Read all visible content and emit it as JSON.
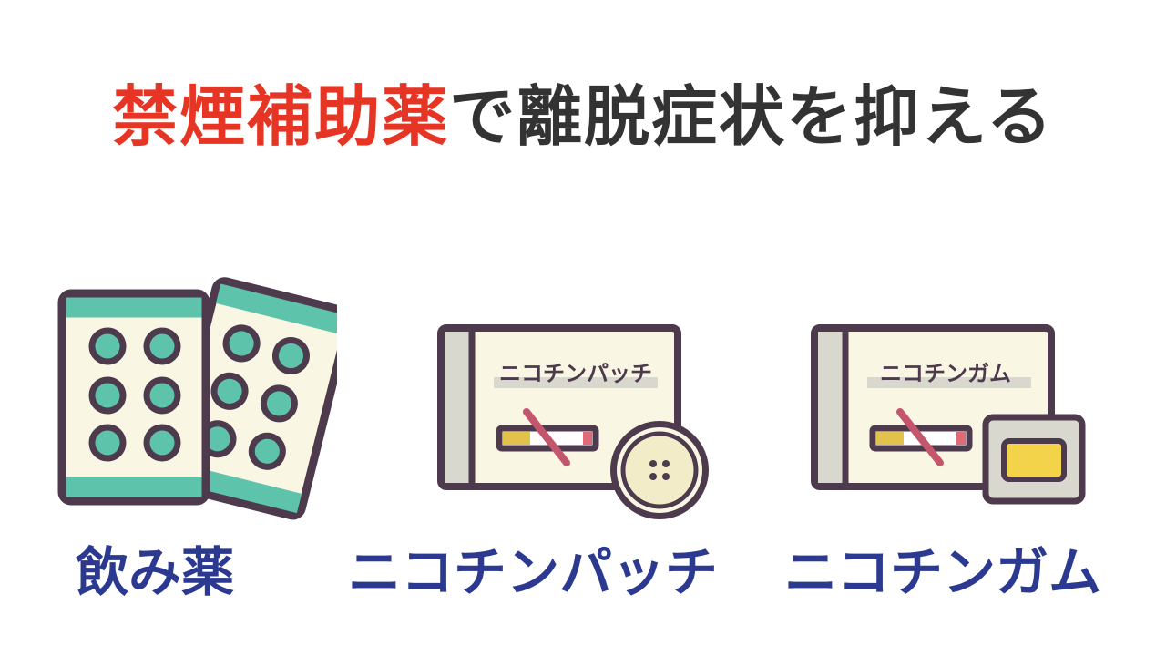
{
  "headline": {
    "highlight": "禁煙補助薬",
    "rest": "で離脱症状を抑える"
  },
  "items": [
    {
      "caption": "飲み薬",
      "icon": "pill-blister-icon"
    },
    {
      "caption": "ニコチンパッチ",
      "box_label": "ニコチンパッチ",
      "icon": "nicotine-patch-icon"
    },
    {
      "caption": "ニコチンガム",
      "box_label": "ニコチンガム",
      "icon": "nicotine-gum-icon"
    }
  ],
  "colors": {
    "headline_accent": "#e63524",
    "headline_text": "#333333",
    "caption": "#2b3990",
    "outline": "#4d3a4c",
    "teal": "#5ec3ab",
    "cream": "#faf6e4",
    "gray": "#d9d8cf",
    "yellow": "#f3d34a",
    "strike": "#c3566d"
  }
}
